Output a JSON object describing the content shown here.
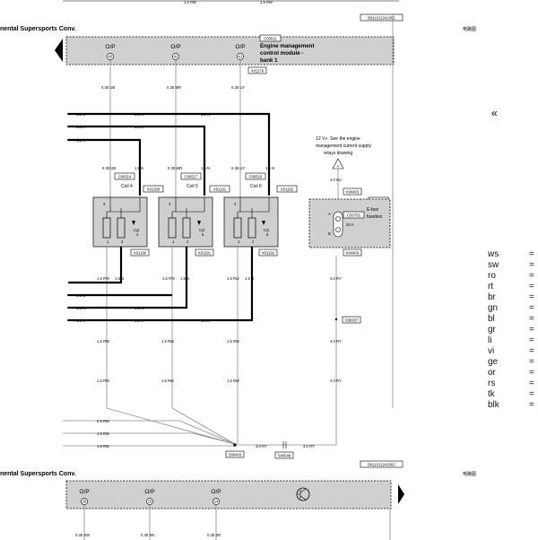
{
  "top": {
    "wire_a": "1.5 RW",
    "wire_b": "1.5 RW",
    "ref_code": "B811012241001",
    "cn_label": "电路图"
  },
  "section1": {
    "title": "nental Supersports Conv.",
    "module_code": "C00511",
    "module_name_lines": [
      "Engine management",
      "control module -",
      "bank 1"
    ],
    "op_label": "O/P",
    "pins": [
      "40",
      "42",
      "41"
    ],
    "connector": "X01176",
    "wires_top": [
      "0.35 UB",
      "0.35 WR",
      "0.35 UY"
    ],
    "feed_wires": [
      "1.5 N",
      "1.5 N",
      "1.5 N"
    ],
    "cross_wires": [
      "1.5 N",
      "1.5 N",
      "1.5 N"
    ],
    "supply_note_lines": [
      "12 V+. See the engine",
      "management current supply",
      "relays drawing"
    ],
    "supply_pin": "A",
    "coils": [
      {
        "wire_in": "0.35 UB",
        "code": "C00514",
        "conn_l": "X01250",
        "name": "Coil 4",
        "cyl": "Cyl.",
        "cyl_num": "4",
        "conn_b": "X01190",
        "wire_rw": "1.5 RW",
        "wire_n": "1.5 N"
      },
      {
        "wire_in": "0.35 WR",
        "code": "C00517",
        "conn_l": "X01191",
        "name": "Coil 5",
        "cyl": "Cyl.",
        "cyl_num": "5",
        "conn_b": "X01191",
        "wire_rw": "1.5 RW",
        "wire_n": "1.5 N"
      },
      {
        "wire_in": "0.35 UY",
        "code": "C00518",
        "conn_l": "X01192",
        "name": "Coil 6",
        "cyl": "Cyl.",
        "cyl_num": "6",
        "conn_b": "X01192",
        "wire_rw": "1.5 RW",
        "wire_n": "1.5 N"
      }
    ],
    "ebox": {
      "wire_top": "4.0 RU",
      "conn_top": "X04403",
      "code": "C00712",
      "label_lines": [
        "E-box",
        "fusebox"
      ],
      "fuse_code": "C00755",
      "fuse_rating": "20 A",
      "pin_a": "A",
      "pin_b": "B",
      "conn_bottom": "X04403",
      "wire_bottom": "4.0 RY",
      "splice": "S00287",
      "wire_lower_1": "4.0 RY",
      "wire_lower_2": "4.0 RY"
    },
    "lower_left_wires": [
      "1.5 N",
      "1.5 N",
      "1.5 N",
      "1.5 N",
      "1.5 N",
      "1.5 N"
    ],
    "rw_wires": [
      "1.5 RW",
      "1.5 RW",
      "1.5 RW",
      "1.5 RW",
      "1.5 RW",
      "1.5 RW"
    ],
    "bus_wires": [
      "2.5 RW",
      "1.5 RW",
      "1.5 RW"
    ],
    "ground_wires": [
      "4.0 RY",
      "4.0 RY"
    ],
    "ground_splice": "S00463",
    "ground_point": "S00546"
  },
  "legend": [
    "ws",
    "sw",
    "ro",
    "rt",
    "br",
    "gn",
    "bl",
    "gr",
    "li",
    "vi",
    "ge",
    "or",
    "rs",
    "tk",
    "blk"
  ],
  "legend_eq": "=",
  "nav_icon": "double-chevron-left-icon",
  "section2": {
    "ref_code": "B811012241002",
    "title": "nental Supersports Conv.",
    "cn_label": "电路图",
    "op_label": "O/P",
    "pins": [
      "26",
      "25",
      "24"
    ],
    "wires": [
      "0.35 SW",
      "0.35 SN",
      "0.35 SR"
    ]
  }
}
